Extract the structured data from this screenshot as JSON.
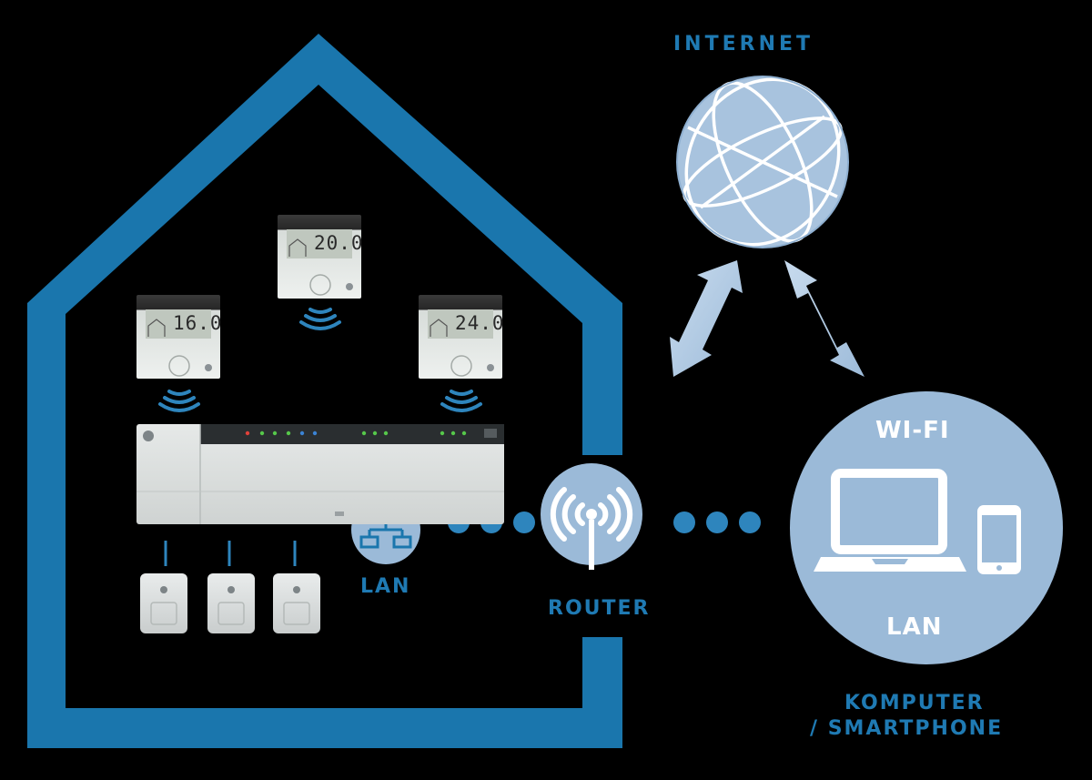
{
  "labels": {
    "internet": "INTERNET",
    "lan_icon": "LAN",
    "router": "ROUTER",
    "wifi": "WI-FI",
    "lan_device": "LAN",
    "komputer_line1": "KOMPUTER",
    "komputer_line2": "/ SMARTPHONE"
  },
  "thermostats": [
    {
      "temp": "16.0"
    },
    {
      "temp": "20.0"
    },
    {
      "temp": "24.0"
    }
  ],
  "colors": {
    "house": "#1a76ad",
    "circle_fill": "#9bbad8",
    "arrow": "#b3cde5",
    "label_blue": "#1f7ab3",
    "background": "#000000"
  }
}
